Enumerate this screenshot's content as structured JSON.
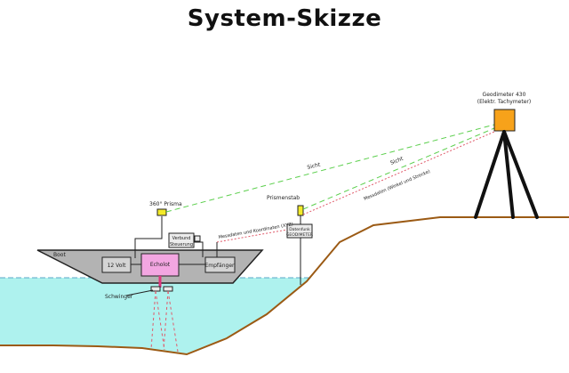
{
  "title": "System-Skizze",
  "labels": {
    "boot": "Boot",
    "volt": "12 Volt",
    "echolot": "Echolot",
    "empfaenger": "Empfänger",
    "verbund_1": "Verbund",
    "verbund_2": "Steuerung",
    "prisma360": "360° Prisma",
    "prismenstab": "Prismenstab",
    "schwinger": "Schwinger",
    "datenfunk_1": "Datenfunk",
    "datenfunk_2": "GEODIMETER",
    "geodimeter_1": "Geodimeter 430",
    "geodimeter_2": "(Elektr. Tachymeter)",
    "sicht_1": "Sicht",
    "sicht_2": "Sicht",
    "messdaten_1": "Messdaten und Koordinaten (XYZ)",
    "messdaten_2": "Messdaten (Winkel und Strecke)"
  },
  "colors": {
    "water": "#aef2ee",
    "hull": "#b3b3b3",
    "echolot": "#f3a6e1",
    "instrument": "#f7a21a",
    "prism": "#f3ea29",
    "ground": "#9b5a14",
    "sight": "#5ccf4d",
    "data": "#e05a6a"
  }
}
